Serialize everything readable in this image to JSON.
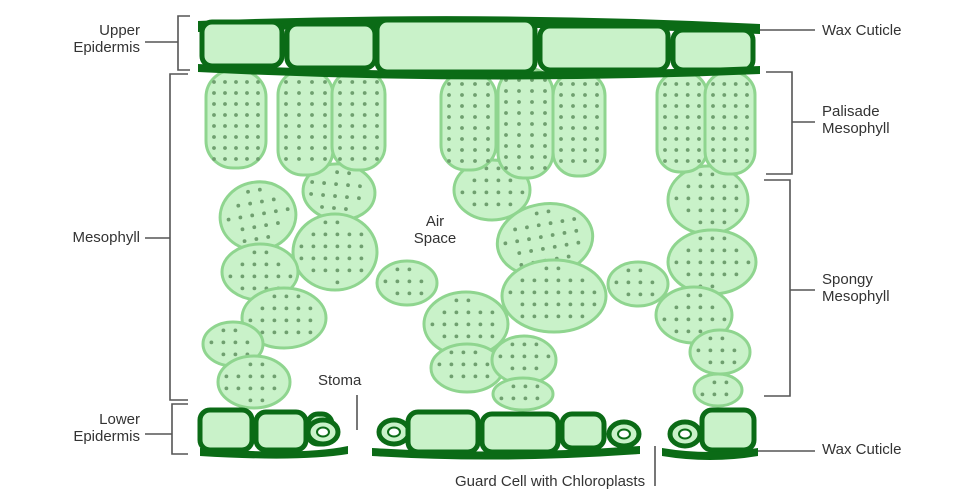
{
  "labels": {
    "upper_epidermis": [
      "Upper",
      "Epidermis"
    ],
    "mesophyll": "Mesophyll",
    "lower_epidermis": [
      "Lower",
      "Epidermis"
    ],
    "wax_cuticle_top": "Wax Cuticle",
    "palisade": [
      "Palisade",
      "Mesophyll"
    ],
    "spongy": [
      "Spongy",
      "Mesophyll"
    ],
    "air_space": [
      "Air",
      "Space"
    ],
    "stoma": "Stoma",
    "wax_cuticle_bottom": "Wax Cuticle",
    "guard_cell": "Guard Cell with Chloroplasts"
  },
  "colors": {
    "cell_fill": "#c9f2c9",
    "cell_outline": "#8fd58f",
    "epidermis_wall": "#0b6b16",
    "chloroplast": "#6f9f6f",
    "bracket": "#555555",
    "text": "#333333"
  }
}
